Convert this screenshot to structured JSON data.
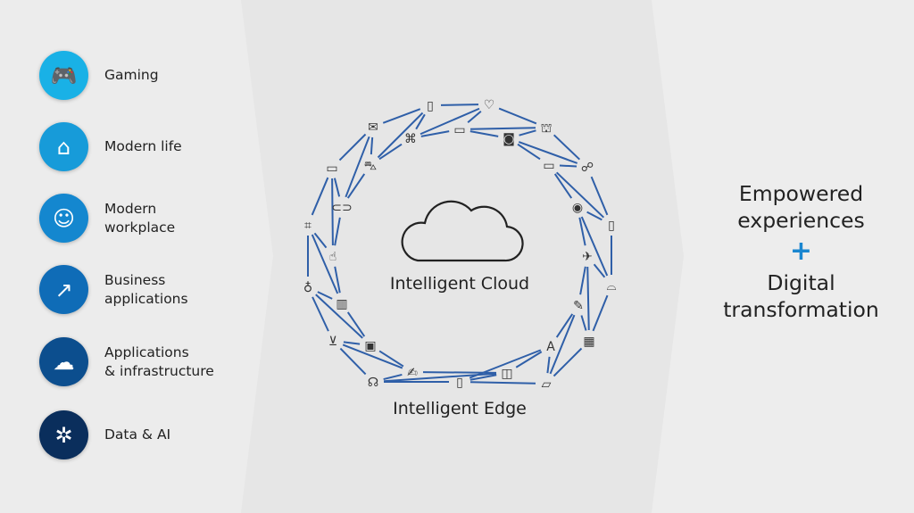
{
  "categories": [
    {
      "label": "Gaming",
      "icon": "gamepad-icon",
      "color": "#19b1e6"
    },
    {
      "label": "Modern life",
      "icon": "connected-home-icon",
      "color": "#179bd9"
    },
    {
      "label": "Modern\nworkplace",
      "icon": "team-icon",
      "color": "#1487cf"
    },
    {
      "label": "Business\napplications",
      "icon": "growth-chart-icon",
      "color": "#0f6cb7"
    },
    {
      "label": "Applications\n& infrastructure",
      "icon": "cloud-download-icon",
      "color": "#0c4e8e"
    },
    {
      "label": "Data & AI",
      "icon": "network-nodes-icon",
      "color": "#0a2e5c"
    }
  ],
  "diagram": {
    "center_label": "Intelligent Cloud",
    "ring_label": "Intelligent Edge",
    "line_color": "#2f5fa8",
    "outer_nodes": [
      "clipboard",
      "heart-rate",
      "landmark",
      "people-group",
      "phone-signal",
      "gamepad",
      "map-building",
      "lock-document",
      "mobile-device",
      "person-voice",
      "shopping-cart",
      "light-bulb",
      "face-scan",
      "laptop",
      "mail"
    ],
    "inner_nodes": [
      "face-frame",
      "devices",
      "camera",
      "browser-window",
      "eye",
      "airplane",
      "tools",
      "translate",
      "shapes",
      "signature",
      "contact-card",
      "factory",
      "hand-touch",
      "vr-headset",
      "car"
    ]
  },
  "result": {
    "line1": "Empowered",
    "line2": "experiences",
    "plus": "+",
    "line3": "Digital",
    "line4": "transformation"
  }
}
